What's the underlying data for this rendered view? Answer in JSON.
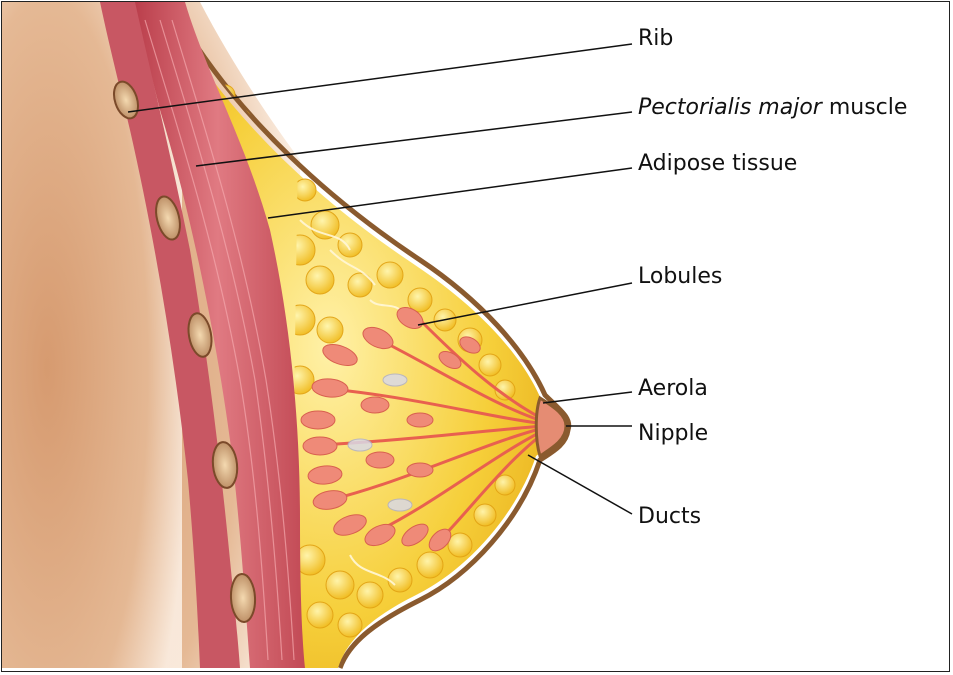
{
  "labels": {
    "rib": "Rib",
    "pectoralis_italic": "Pectorialis major",
    "pectoralis_rest": " muscle",
    "adipose": "Adipose tissue",
    "lobules": "Lobules",
    "aerola": "Aerola",
    "nipple": "Nipple",
    "ducts": "Ducts"
  },
  "colors": {
    "skin": "#d9a37a",
    "muscle": "#c9505a",
    "fat": "#f2c21c",
    "lobule": "#ef8a78",
    "outline": "#8a5a2e"
  }
}
